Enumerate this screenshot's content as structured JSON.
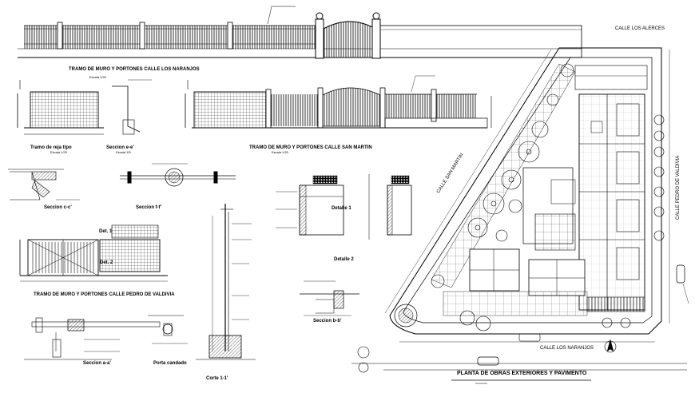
{
  "drawing": {
    "top_wall_title": "TRAMO DE MURO Y PORTONES CALLE LOS NARANJOS",
    "san_martin_title": "TRAMO DE MURO Y PORTONES CALLE SAN MARTIN",
    "pedro_title": "TRAMO DE MURO Y PORTONES CALLE PEDRO DE VALDIVIA",
    "reja_tipo": "Tramo de reja tipo",
    "seccion_ee": "Seccion e-e'",
    "seccion_cc": "Seccion c-c'",
    "seccion_ff": "Seccion f-f'",
    "seccion_aa": "Seccion a-a'",
    "seccion_bb": "Seccion b-b'",
    "porta_candado": "Porta candado",
    "corte_11": "Corte 1-1'",
    "detalle_1": "Detalle 1",
    "detalle_2": "Detalle 2",
    "det_1": "Det. 1",
    "det_2": "Det. 2",
    "plan_title": "PLANTA DE OBRAS EXTERIORES Y PAVIMENTO",
    "street_alerces": "CALLE LOS ALERCES",
    "street_san_martin": "CALLE SAN MARTIN",
    "street_pedro": "CALLE PEDRO DE VALDIVIA",
    "street_naranjos": "CALLE LOS NARANJOS",
    "scale_120": "Escala 1/20",
    "scale_15": "Escala 1/5"
  }
}
